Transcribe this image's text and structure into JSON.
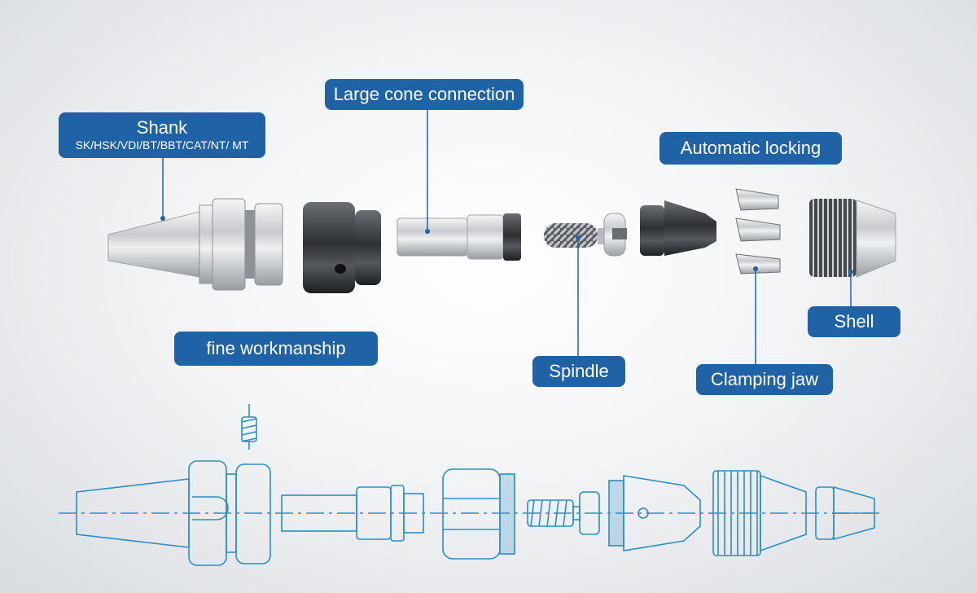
{
  "labels": {
    "shank": {
      "title": "Shank",
      "subtitle": "SK/HSK/VDI/BT/BBT/CAT/NT/ MT"
    },
    "large_cone": "Large cone connection",
    "auto_locking": "Automatic locking",
    "fine_workmanship": "fine workmanship",
    "spindle": "Spindle",
    "clamping_jaw": "Clamping jaw",
    "shell": "Shell"
  },
  "colors": {
    "label_bg": "#1f63a6",
    "label_text": "#ffffff",
    "leader_line": "#1f63a6",
    "blueprint": "#2a8fc4",
    "metal_light": "#e3e4e6",
    "metal_dark": "#3b3d40"
  }
}
